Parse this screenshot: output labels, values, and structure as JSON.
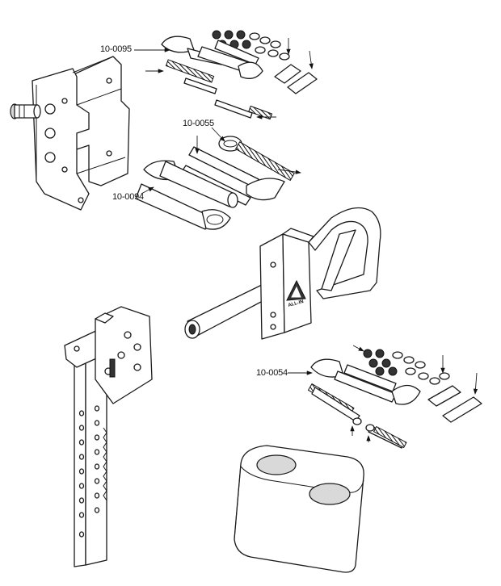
{
  "labels": {
    "p1": "10-0095",
    "p2": "10-0055",
    "p3": "10-0094",
    "p4": "10-0054"
  },
  "logo_text": "ALL-IN"
}
